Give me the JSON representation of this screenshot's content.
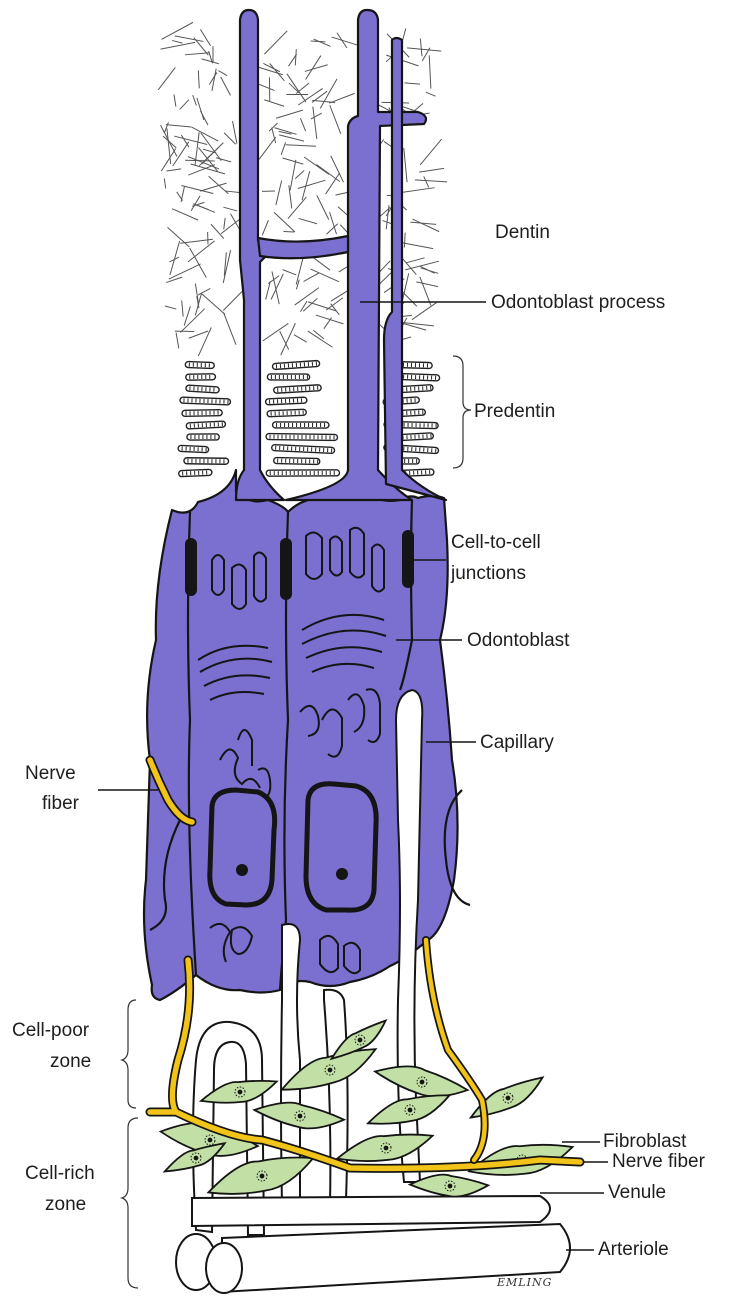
{
  "labels": {
    "dentin": "Dentin",
    "odontoblast_process": "Odontoblast process",
    "predentin": "Predentin",
    "cell_to_cell_1": "Cell-to-cell",
    "cell_to_cell_2": "junctions",
    "odontoblast": "Odontoblast",
    "capillary": "Capillary",
    "nerve_fiber_left_1": "Nerve",
    "nerve_fiber_left_2": "fiber",
    "cell_poor_1": "Cell-poor",
    "cell_poor_2": "zone",
    "cell_rich_1": "Cell-rich",
    "cell_rich_2": "zone",
    "fibroblast": "Fibroblast",
    "nerve_fiber_right": "Nerve fiber",
    "venule": "Venule",
    "arteriole": "Arteriole"
  },
  "signature": "EMLING",
  "colors": {
    "odontoblast_fill": "#7b6fd0",
    "nerve_fill": "#f2c319",
    "fibroblast_fill": "#c2e0a6",
    "outline": "#151515",
    "vessel_fill": "#ffffff"
  }
}
